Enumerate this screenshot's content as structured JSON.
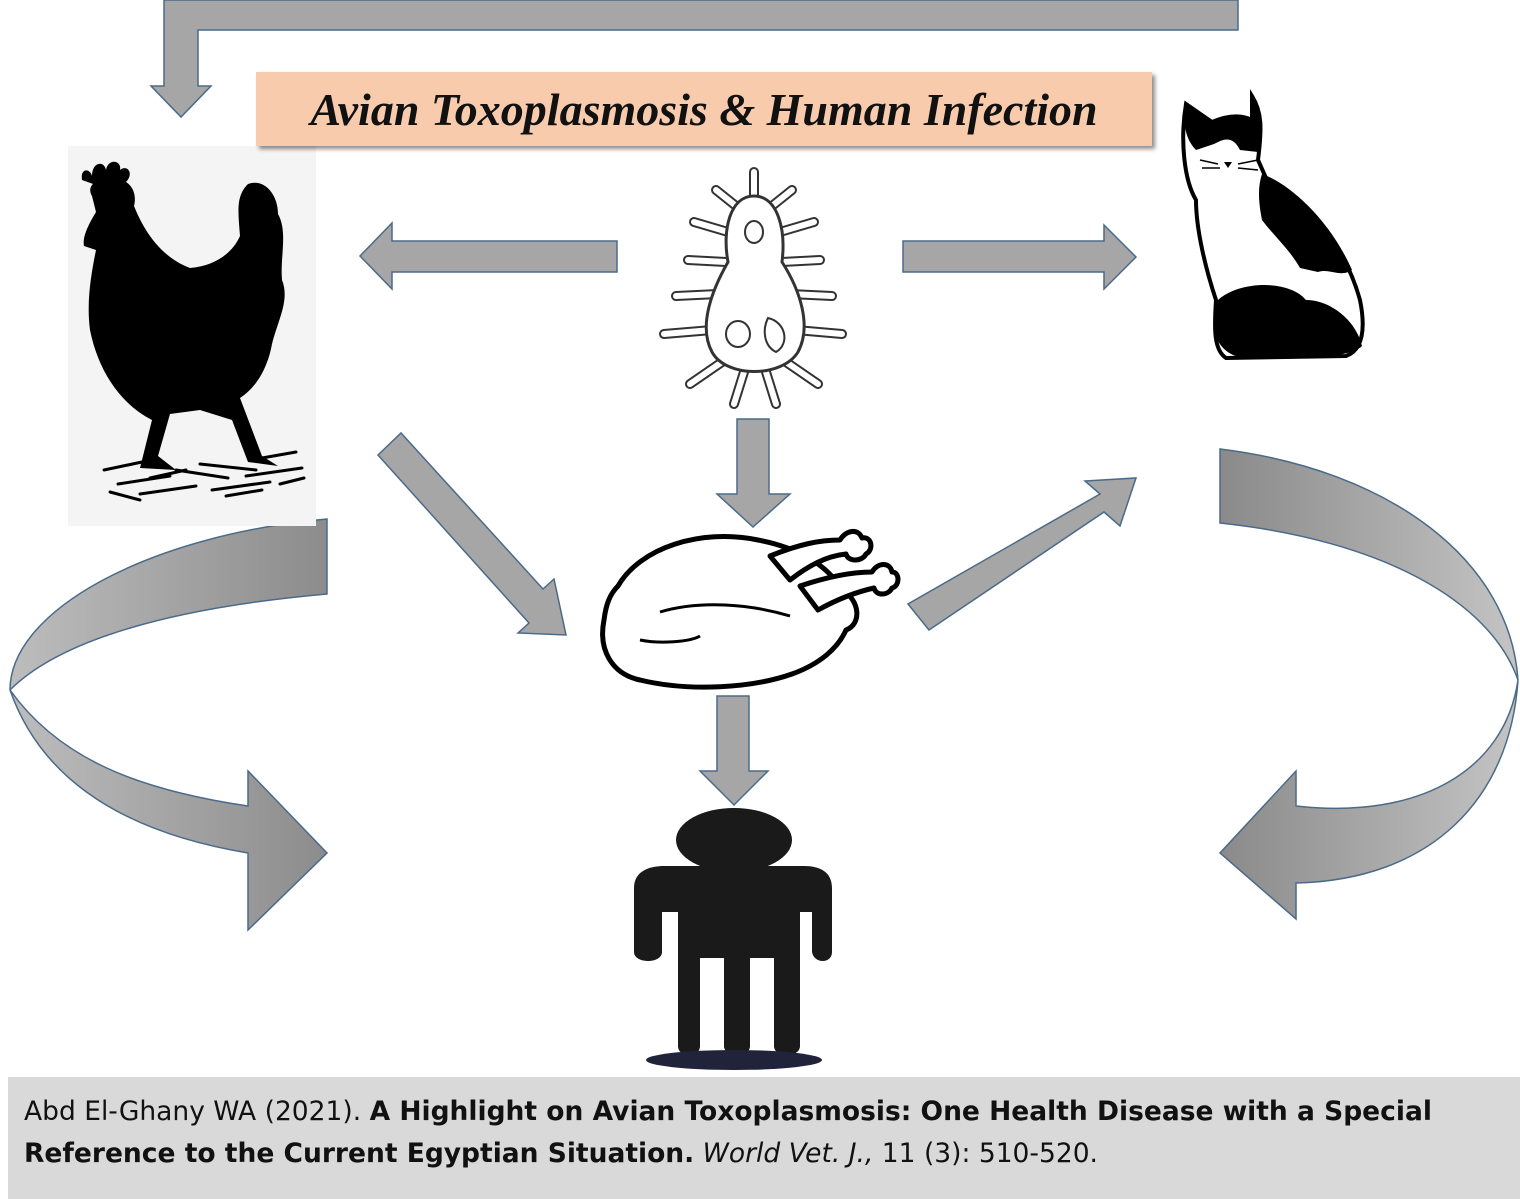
{
  "title": "Avian Toxoplasmosis & Human Infection",
  "citation": {
    "authors_year": "Abd El-Ghany WA (2021). ",
    "article_title": "A Highlight on Avian Toxoplasmosis: One Health Disease with a Special Reference to the Current Egyptian Situation.",
    "journal": "World Vet. J.,",
    "volume_pages": " 11 (3): 510-520."
  },
  "nodes": {
    "chicken": "chicken-icon",
    "parasite": "toxoplasma-parasite-icon",
    "cat": "cat-icon",
    "poultry_meat": "raw-poultry-carcass-icon",
    "human": "human-icon"
  },
  "colors": {
    "arrow_fill": "#a6a6a6",
    "arrow_stroke": "#4a6a8a",
    "title_bg": "#f8cbad",
    "citation_bg": "#d9d9d9"
  }
}
